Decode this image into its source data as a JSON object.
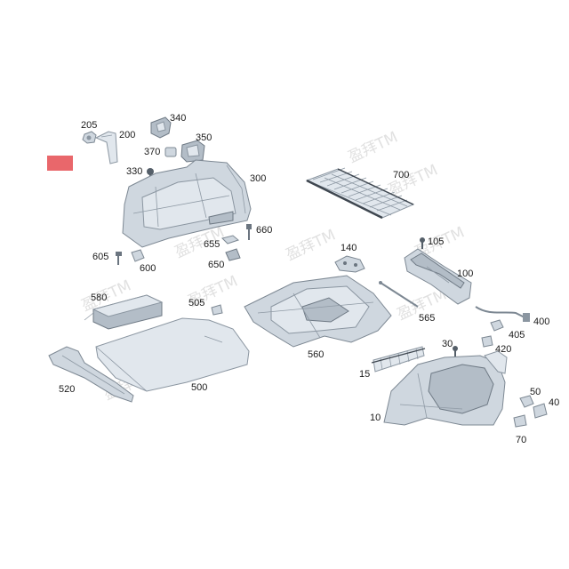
{
  "highlight_color": "#e9676b",
  "watermark_text": "盈拜TM",
  "labels": {
    "l205": "205",
    "l200": "200",
    "l340": "340",
    "l370": "370",
    "l350": "350",
    "l330": "330",
    "l300": "300",
    "l700": "700",
    "l605": "605",
    "l600": "600",
    "l655": "655",
    "l650": "650",
    "l660": "660",
    "l140": "140",
    "l105": "105",
    "l100": "100",
    "l580": "580",
    "l505": "505",
    "l565": "565",
    "l400": "400",
    "l405": "405",
    "l560": "560",
    "l30": "30",
    "l420": "420",
    "l520": "520",
    "l500": "500",
    "l15": "15",
    "l10": "10",
    "l50": "50",
    "l40": "40",
    "l70": "70"
  }
}
